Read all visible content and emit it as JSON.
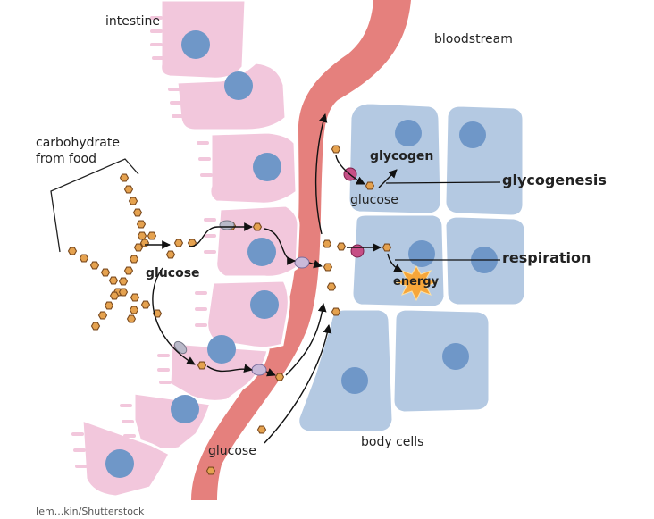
{
  "labels": {
    "intestine": "intestine",
    "bloodstream": "bloodstream",
    "carb_line1": "carbohydrate",
    "carb_line2": "from food",
    "glucose_intestine": "glucose",
    "glucose_bottom": "glucose",
    "glycogen": "glycogen",
    "glucose_cell": "glucose",
    "glycogenesis": "glycogenesis",
    "respiration": "respiration",
    "energy": "energy",
    "body_cells": "body cells",
    "credit": "Iem...kin/Shutterstock"
  },
  "colors": {
    "intestine_cell": "#f2c7dc",
    "intestine_stroke": "#ffffff",
    "nucleus": "#6f97c8",
    "blood": "#e5807d",
    "body_cell": "#b4c9e2",
    "glucose_fill": "#e5a24f",
    "glucose_stroke": "#7a4a1f",
    "transporter": "#c64f86",
    "energy": "#f6a63a"
  }
}
